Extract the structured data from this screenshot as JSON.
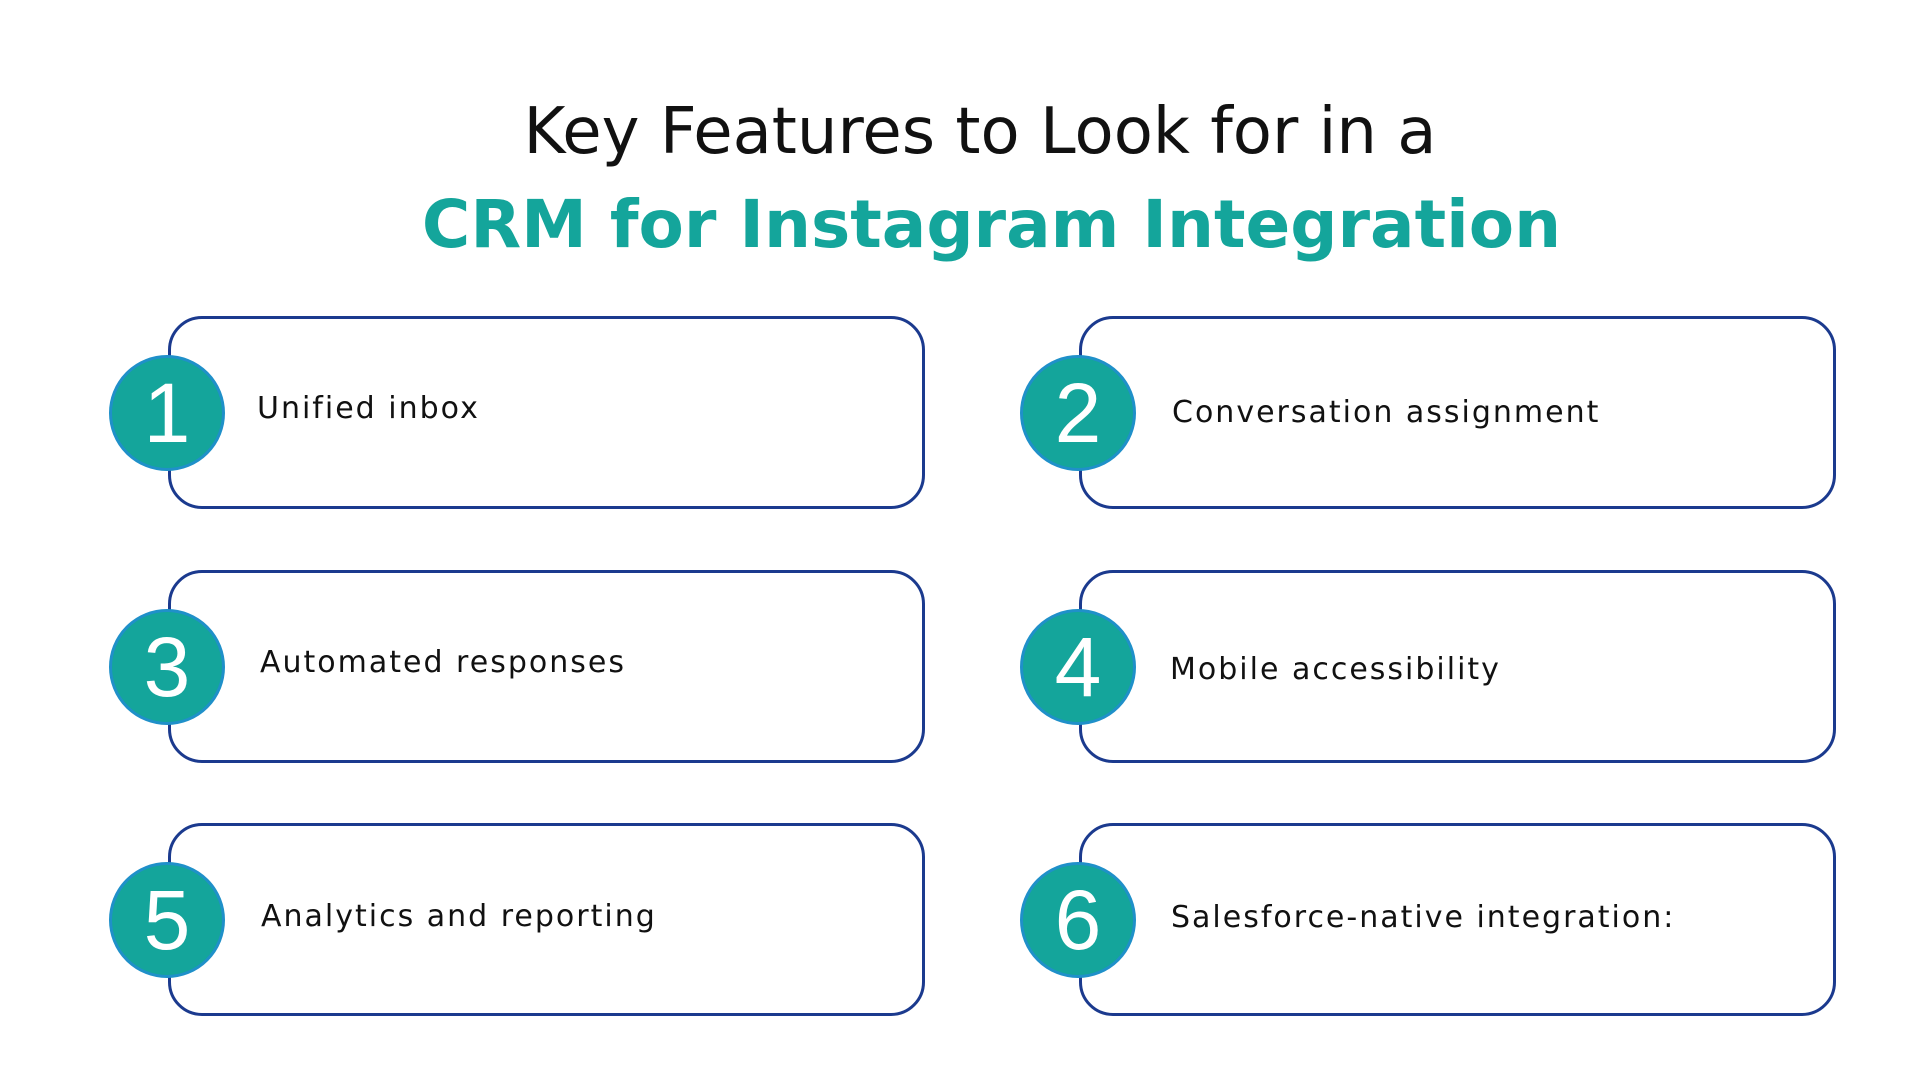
{
  "header": {
    "title_line1": "Key Features to Look for in a",
    "title_line2": "CRM for Instagram Integration"
  },
  "colors": {
    "accent": "#14a59b",
    "card_border": "#1b3a8e",
    "badge_border": "#1f90c9",
    "text": "#111111",
    "background": "#ffffff"
  },
  "features": [
    {
      "number": "1",
      "label": "Unified inbox"
    },
    {
      "number": "2",
      "label": "Conversation assignment"
    },
    {
      "number": "3",
      "label": "Automated responses"
    },
    {
      "number": "4",
      "label": "Mobile accessibility"
    },
    {
      "number": "5",
      "label": "Analytics and reporting"
    },
    {
      "number": "6",
      "label": "Salesforce-native integration:"
    }
  ]
}
